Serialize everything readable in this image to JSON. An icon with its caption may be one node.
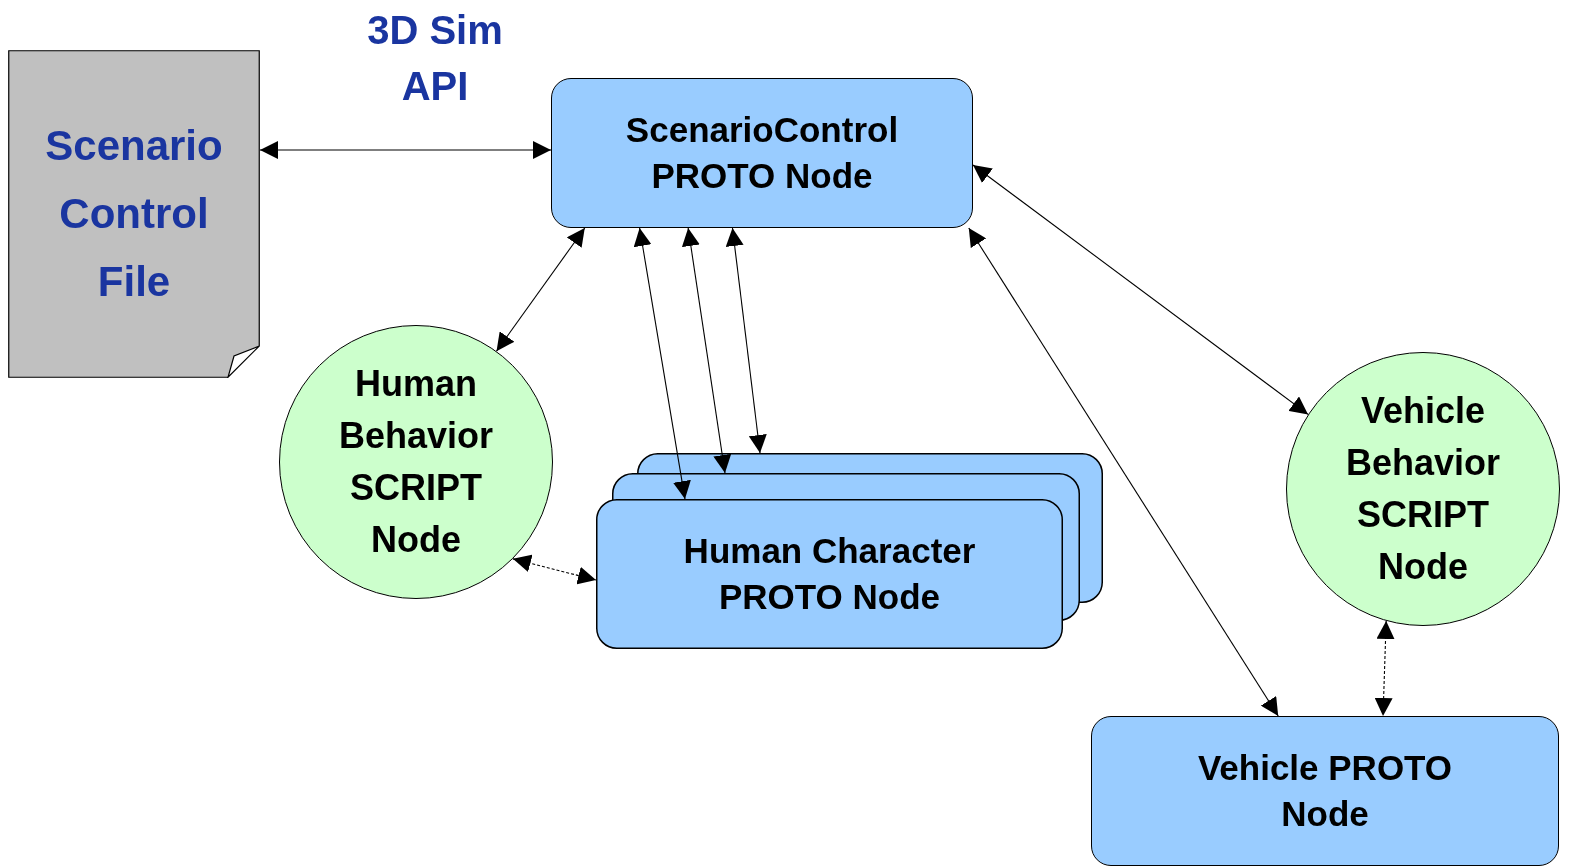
{
  "diagram": {
    "nodes": [
      {
        "text": [
          "Scenario Control File"
        ]
      },
      {
        "text": [
          "ScenarioControl PROTO Node"
        ]
      },
      {
        "text": [
          "Human Behavior SCRIPT Node"
        ]
      },
      {
        "text": [
          "Human Character PROTO Node"
        ]
      },
      {
        "text": [
          "Vehicle Behavior SCRIPT Node"
        ]
      },
      {
        "text": [
          "Vehicle PROTO Node"
        ]
      }
    ],
    "edges": [
      {
        "from": 0,
        "to": 1,
        "arrow": "both",
        "label": "3D Sim API"
      },
      {
        "from": 1,
        "to": 2,
        "arrow": "both"
      },
      {
        "from": 1,
        "to": 3,
        "arrow": "both"
      },
      {
        "from": 1,
        "to": 3,
        "arrow": "both"
      },
      {
        "from": 1,
        "to": 3,
        "arrow": "both"
      },
      {
        "from": 1,
        "to": 5,
        "arrow": "both"
      },
      {
        "from": 1,
        "to": 4,
        "arrow": "both"
      },
      {
        "from": 2,
        "to": 3,
        "arrow": "both",
        "style": "dashed"
      },
      {
        "from": 4,
        "to": 5,
        "arrow": "both",
        "style": "dashed"
      }
    ]
  }
}
